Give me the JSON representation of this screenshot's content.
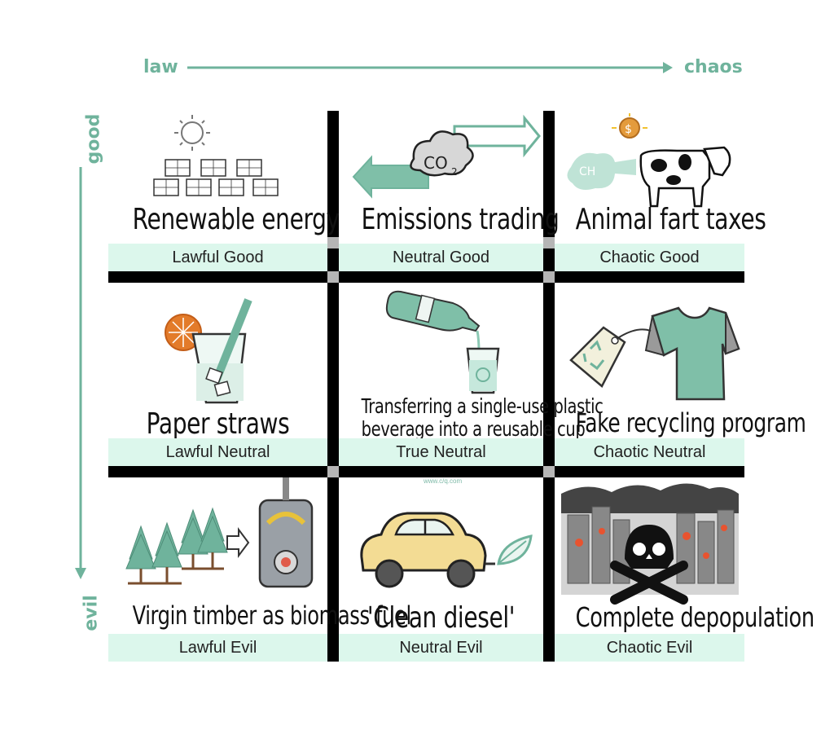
{
  "axes": {
    "x_left": "law",
    "x_right": "chaos",
    "y_top": "good",
    "y_bottom": "evil"
  },
  "colors": {
    "accent": "#6fb39c",
    "tag_bg": "#dcf7ec",
    "grid": "#000000"
  },
  "credit": "www.c/q.com",
  "cells": [
    {
      "title": "Renewable energy",
      "alignment": "Lawful Good",
      "icon": "solar-panels-icon"
    },
    {
      "title": "Emissions trading",
      "alignment": "Neutral Good",
      "icon": "co2-cloud-arrows-icon"
    },
    {
      "title": "Animal fart taxes",
      "alignment": "Chaotic Good",
      "icon": "cow-methane-icon"
    },
    {
      "title": "Paper straws",
      "alignment": "Lawful Neutral",
      "icon": "glass-straw-icon"
    },
    {
      "title": "Transferring a single-use plastic",
      "title2": "beverage into a reusable cup",
      "alignment": "True Neutral",
      "icon": "bottle-cup-icon"
    },
    {
      "title": "Fake recycling program",
      "alignment": "Chaotic Neutral",
      "icon": "shirt-recycle-tag-icon"
    },
    {
      "title": "Virgin timber as biomass fuel",
      "alignment": "Lawful Evil",
      "icon": "trees-boiler-icon"
    },
    {
      "title": "'Clean diesel'",
      "alignment": "Neutral Evil",
      "icon": "car-leaf-icon"
    },
    {
      "title": "Complete depopulation",
      "alignment": "Chaotic Evil",
      "icon": "skull-city-icon"
    }
  ]
}
